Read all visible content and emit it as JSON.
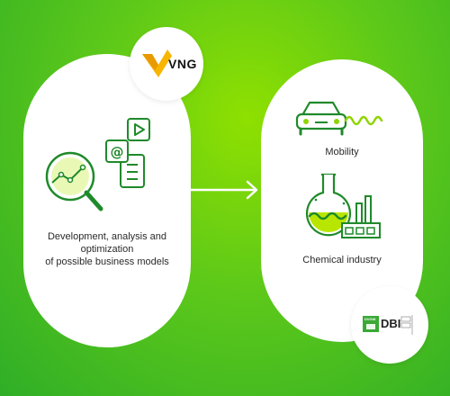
{
  "brand_top": {
    "name": "VNG"
  },
  "process": {
    "source": "Development, analysis and\noptimization\nof possible business models",
    "targets": [
      {
        "label": "Mobility",
        "icon": "car-icon"
      },
      {
        "label": "Chemical industry",
        "icon": "flask-factory-icon"
      }
    ]
  },
  "brand_bottom": {
    "name": "DBI",
    "badge": "DVGW"
  },
  "colors": {
    "accent_green": "#5cc81a",
    "dark_green": "#1f8a2a",
    "brand_yellow": "#f7b500"
  }
}
